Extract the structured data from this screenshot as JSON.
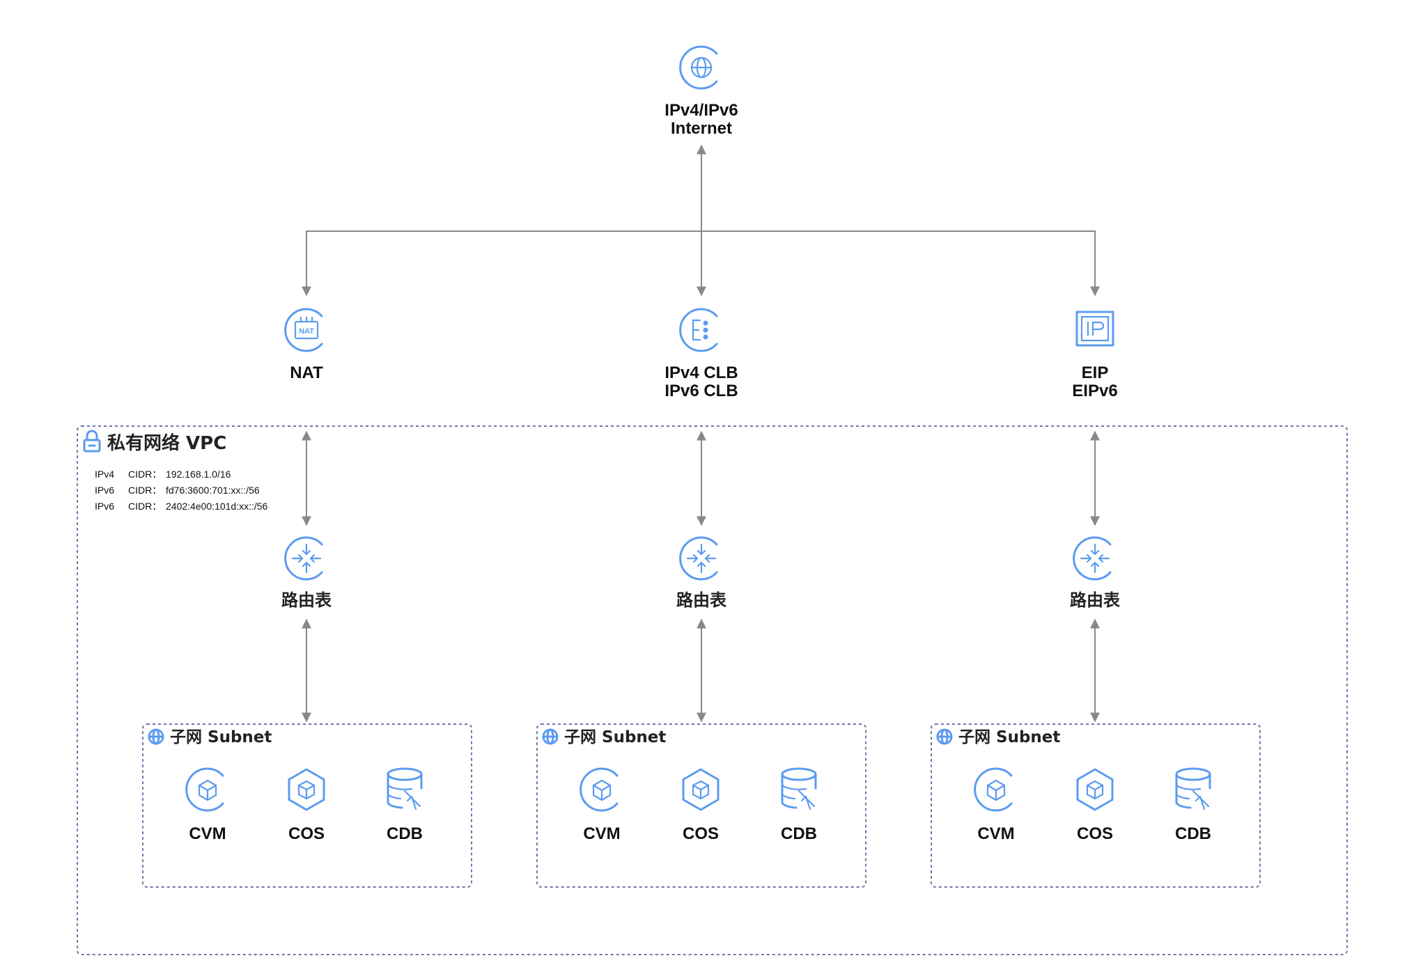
{
  "internet": {
    "line1": "IPv4/IPv6",
    "line2": "Internet",
    "icon": "globe-icon"
  },
  "gateways": [
    {
      "id": "nat",
      "lines": [
        "NAT"
      ],
      "icon": "nat-gateway-icon"
    },
    {
      "id": "clb",
      "lines": [
        "IPv4 CLB",
        "IPv6 CLB"
      ],
      "icon": "load-balancer-icon"
    },
    {
      "id": "eip",
      "lines": [
        "EIP",
        "EIPv6"
      ],
      "icon": "ip-icon"
    }
  ],
  "vpc": {
    "title": "私有网络 VPC",
    "icon": "lock-icon",
    "cidrs": [
      {
        "label": "IPv4",
        "key": "CIDR：",
        "value": "192.168.1.0/16"
      },
      {
        "label": "IPv6",
        "key": "CIDR：",
        "value": "fd76:3600:701:xx::/56"
      },
      {
        "label": "IPv6",
        "key": "CIDR：",
        "value": "2402:4e00:101d:xx::/56"
      }
    ]
  },
  "route_table": {
    "label": "路由表",
    "icon": "router-icon"
  },
  "subnets": [
    {
      "title": "子网 Subnet",
      "services": [
        "CVM",
        "COS",
        "CDB"
      ]
    },
    {
      "title": "子网 Subnet",
      "services": [
        "CVM",
        "COS",
        "CDB"
      ]
    },
    {
      "title": "子网 Subnet",
      "services": [
        "CVM",
        "COS",
        "CDB"
      ]
    }
  ],
  "colors": {
    "icon": "#5b9bf0",
    "connector": "#888888",
    "boundary": "#6b78a8"
  }
}
